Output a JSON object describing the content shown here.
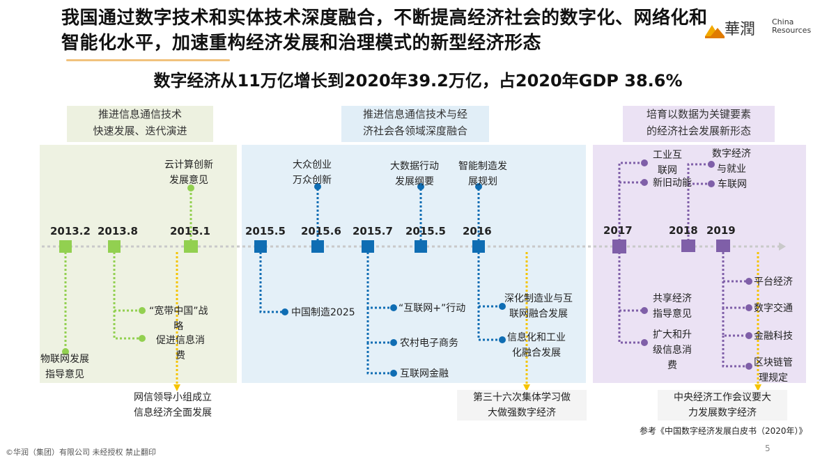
{
  "header": {
    "title": "我国通过数字技术和实体技术深度融合，不断提高经济社会的数字化、网络化和智能化水平，加速重构经济发展和治理模式的新型经济形态",
    "subtitle": "数字经济从11万亿增长到2020年39.2万亿，占2020年GDP 38.6%"
  },
  "logo": {
    "cn": "華潤",
    "en_line1": "China",
    "en_line2": "Resources"
  },
  "phases": [
    {
      "label": "推进信息通信技术\n快速发展、迭代演进"
    },
    {
      "label": "推进信息通信技术与经\n济社会各领域深度融合"
    },
    {
      "label": "培育以数据为关键要素\n的经济社会发展新形态"
    }
  ],
  "years": [
    "2013.2",
    "2013.8",
    "2015.1",
    "2015.5",
    "2015.6",
    "2015.7",
    "2015.5",
    "2016",
    "2017",
    "2018",
    "2019"
  ],
  "events": {
    "cloud": "云计算创新\n发展意见",
    "dazhong": "大众创业\n万众创新",
    "bigdata": "大数据行动\n发展纲要",
    "smartmfg": "智能制造发\n展规划",
    "iot": "物联网发展\n指导意见",
    "broadband": "“宽带中国”战\n略",
    "infocon": "促进信息消\n费",
    "mic2025": "中国制造2025",
    "internetplus": "“互联网+”行动",
    "rural": "农村电子商务",
    "finance": "互联网金融",
    "deepmfg": "深化制造业与互\n联网融合发展",
    "infoind": "信息化和工业\n化融合发展",
    "industrialnet": "工业互\n联网",
    "newmomentum": "新旧动能",
    "digitaljobs": "数字经济\n与就业",
    "iov": "车联网",
    "sharing": "共享经济\n指导意见",
    "expandcon": "扩大和升\n级信息消\n费",
    "platform": "平台经济",
    "digitaltraffic": "数字交通",
    "fintech": "金融科技",
    "blockchain": "区块链管\n理规定"
  },
  "notes": {
    "leading_group": "网信领导小组成立\n信息经济全面发展",
    "study36": "第三十六次集体学习做\n大做强数字经济",
    "econ_conf": "中央经济工作会议要大\n力发展数字经济"
  },
  "footer": {
    "reference": "参考《中国数字经济发展白皮书（2020年）》",
    "copyright": "©华润（集团）有限公司  未经授权 禁止翻印",
    "page": "5"
  },
  "colors": {
    "green": "#92d050",
    "blue": "#0f6db3",
    "purple": "#7f5fa8",
    "yellow": "#f5c400",
    "axis": "#c9c9c9"
  }
}
